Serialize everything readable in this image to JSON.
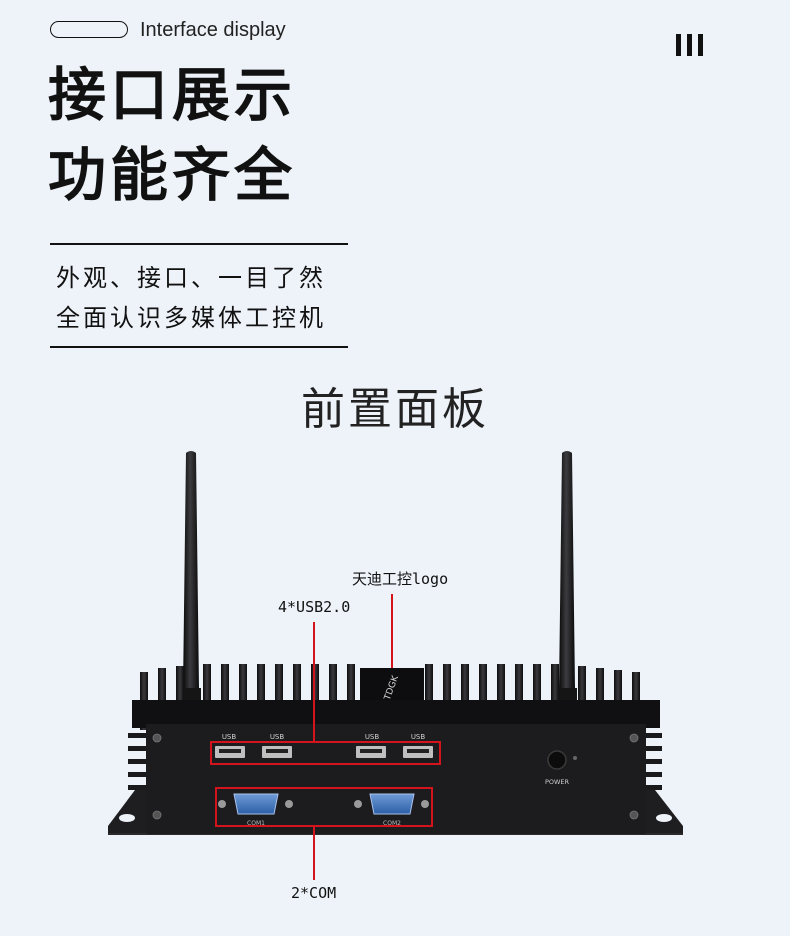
{
  "header": {
    "subtitle_en": "Interface display",
    "headline_line1": "接口展示",
    "headline_line2": "功能齐全",
    "desc_line1": "外观、接口、一目了然",
    "desc_line2": "全面认识多媒体工控机"
  },
  "section": {
    "title": "前置面板"
  },
  "callouts": {
    "logo": "天迪工控logo",
    "usb": "4*USB2.0",
    "com": "2*COM"
  },
  "device": {
    "usb_port_label": "USB",
    "com1_label": "COM1",
    "com2_label": "COM2",
    "power_label": "POWER"
  },
  "colors": {
    "background": "#eef3f9",
    "callout_line": "#d4141c",
    "device_body": "#1c1c1e"
  }
}
